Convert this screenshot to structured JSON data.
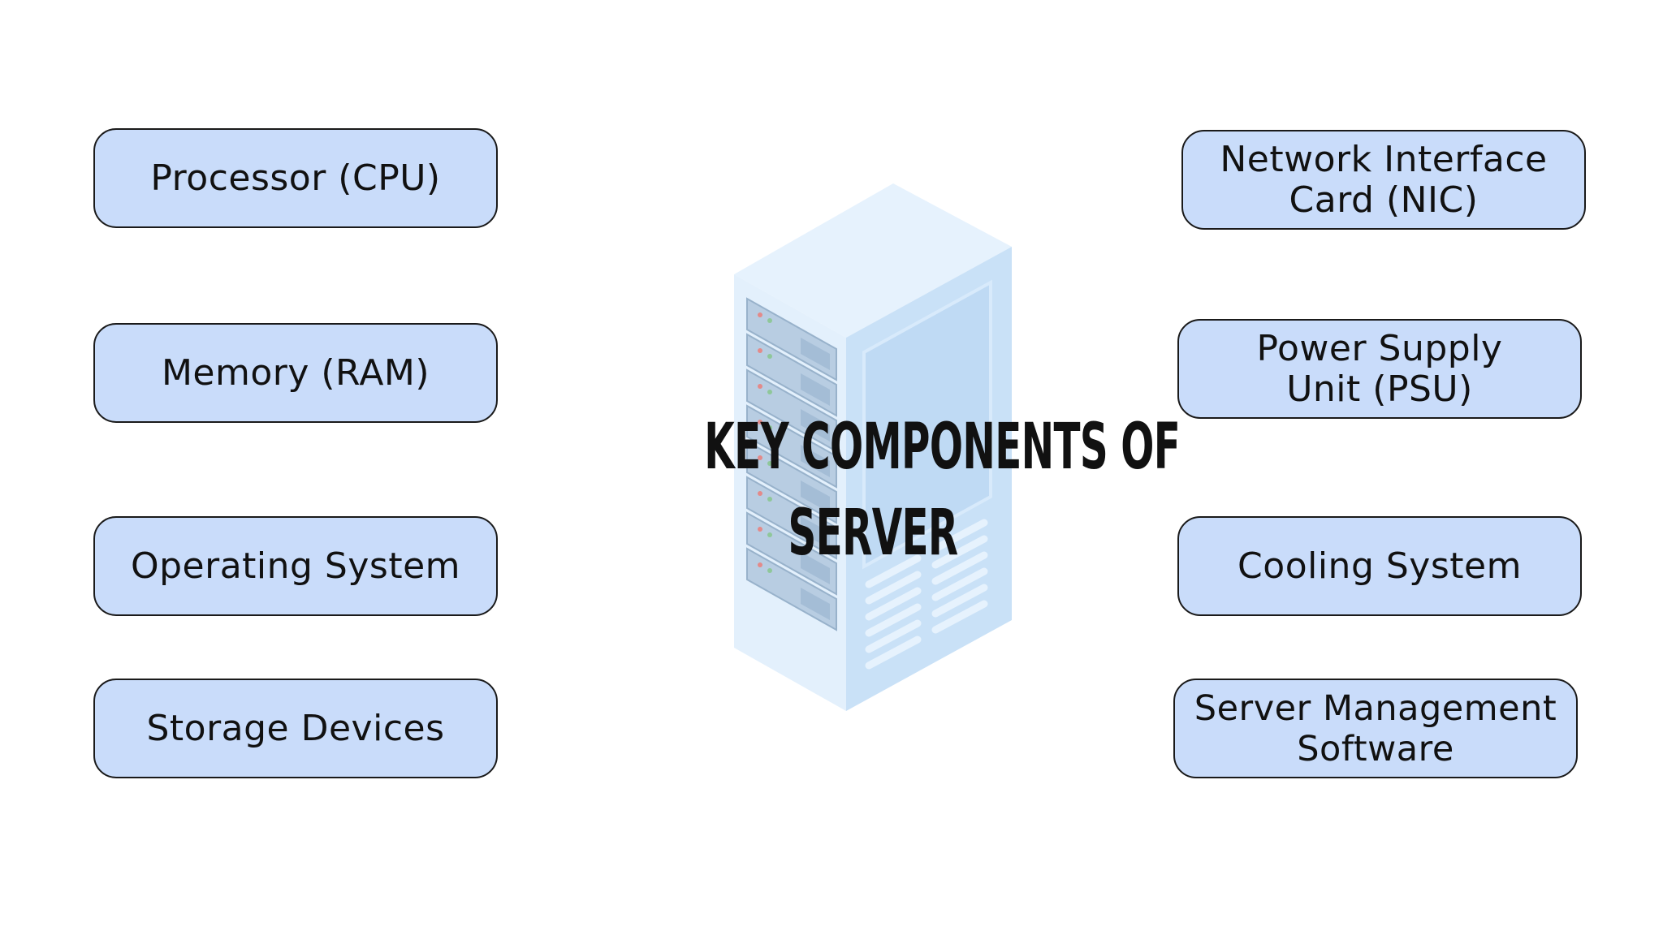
{
  "title": {
    "line1": "KEY COMPONENTS OF",
    "line2": "SERVER"
  },
  "components_left": [
    "Processor (CPU)",
    "Memory (RAM)",
    "Operating System",
    "Storage Devices"
  ],
  "components_right": [
    "Network Interface\nCard (NIC)",
    "Power Supply\nUnit (PSU)",
    "Cooling System",
    "Server Management\nSoftware"
  ],
  "illustration": {
    "icon": "server-rack-icon",
    "colors": {
      "box_fill": "#c9dcfa",
      "rack_light": "#e3f0fc",
      "rack_mid": "#c8e0f6",
      "rack_dark": "#b2d2f0",
      "text": "#111111"
    }
  }
}
